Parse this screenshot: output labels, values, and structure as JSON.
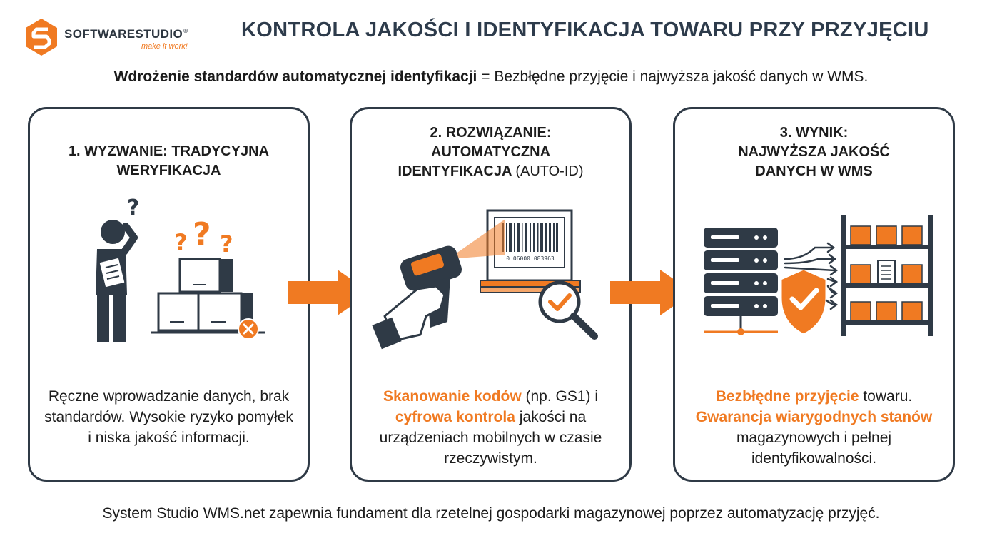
{
  "logo": {
    "name": "SOFTWARESTUDIO",
    "registered": "®",
    "tagline": "make it work!",
    "icon": "softwarestudio-logo-icon"
  },
  "title": "KONTROLA JAKOŚCI I IDENTYFIKACJA TOWARU PRZY PRZYJĘCIU",
  "subtitle": {
    "bold": "Wdrożenie standardów automatycznej identyfikacji",
    "rest": " = Bezbłędne przyjęcie i najwyższa jakość danych w WMS."
  },
  "panels": [
    {
      "title": "1. WYZWANIE: TRADYCYJNA\nWERYFIKACJA",
      "illustration": "confused-worker-with-boxes-icon",
      "text": {
        "part1": "Ręczne wprowadzanie danych, brak standardów. Wysokie ryzyko pomyłek i niska jakość informacji."
      }
    },
    {
      "title_bold": "2. ROZWIĄZANIE:\nAUTOMATYCZNA\nIDENTYFIKACJA ",
      "title_light": "(AUTO-ID)",
      "illustration": "barcode-scanner-icon",
      "barcode_digits": "0 06000 083963",
      "text": {
        "hl1": "Skanowanie kodów",
        "part2": " (np. GS1) i ",
        "hl2": "cyfrowa kontrola",
        "part3": " jakości na urządzeniach mobilnych w czasie rzeczywistym."
      }
    },
    {
      "title": "3. WYNIK:\nNAJWYŻSZA JAKOŚĆ\nDANYCH W WMS",
      "illustration": "server-shield-warehouse-icon",
      "text": {
        "hl1": "Bezbłędne przyjęcie",
        "part2": " towaru. ",
        "hl2": "Gwarancja wiarygodnych stanów",
        "part3": " magazynowych i pełnej identyfikowalności."
      }
    }
  ],
  "footer": "System Studio WMS.net zapewnia fundament dla rzetelnej gospodarki magazynowej poprzez automatyzację przyjęć.",
  "colors": {
    "accent": "#f07a22",
    "dark": "#2f3a46",
    "box": "#e8e8e8"
  }
}
